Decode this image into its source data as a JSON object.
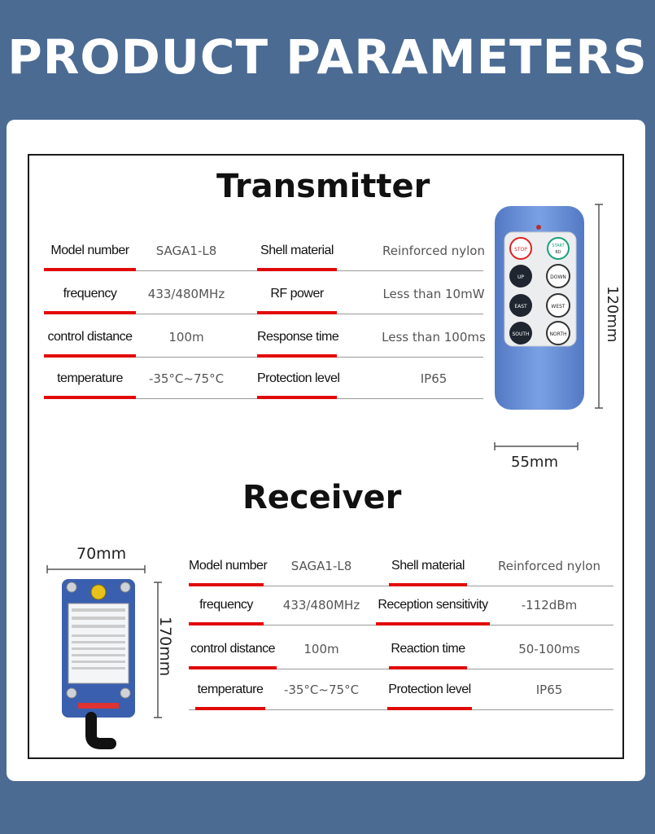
{
  "page": {
    "title": "PRODUCT PARAMETERS"
  },
  "transmitter": {
    "title": "Transmitter",
    "rows": [
      {
        "l1": "Model number",
        "v1": "SAGA1-L8",
        "l2": "Shell material",
        "v2": "Reinforced nylon"
      },
      {
        "l1": "frequency",
        "v1": "433/480MHz",
        "l2": "RF power",
        "v2": "Less than 10mW"
      },
      {
        "l1": "control distance",
        "v1": "100m",
        "l2": "Response time",
        "v2": "Less than 100ms"
      },
      {
        "l1": "temperature",
        "v1": "-35°C~75°C",
        "l2": "Protection level",
        "v2": "IP65"
      }
    ],
    "height_label": "120mm",
    "width_label": "55mm",
    "buttons": [
      "STOP",
      "START",
      "RD",
      "UP",
      "DOWN",
      "EAST",
      "WEST",
      "SOUTH",
      "NORTH"
    ]
  },
  "receiver": {
    "title": "Receiver",
    "rows": [
      {
        "l1": "Model number",
        "v1": "SAGA1-L8",
        "l2": "Shell material",
        "v2": "Reinforced nylon"
      },
      {
        "l1": "frequency",
        "v1": "433/480MHz",
        "l2": "Reception sensitivity",
        "v2": "-112dBm"
      },
      {
        "l1": "control distance",
        "v1": "100m",
        "l2": "Reaction time",
        "v2": "50-100ms"
      },
      {
        "l1": "temperature",
        "v1": "-35°C~75°C",
        "l2": "Protection level",
        "v2": "IP65"
      }
    ],
    "width_label": "70mm",
    "height_label": "170mm"
  },
  "colors": {
    "background": "#4b6b93",
    "accent_red": "#e10a0a",
    "remote_blue": "#6b8fd4",
    "receiver_blue": "#3a5fae"
  }
}
